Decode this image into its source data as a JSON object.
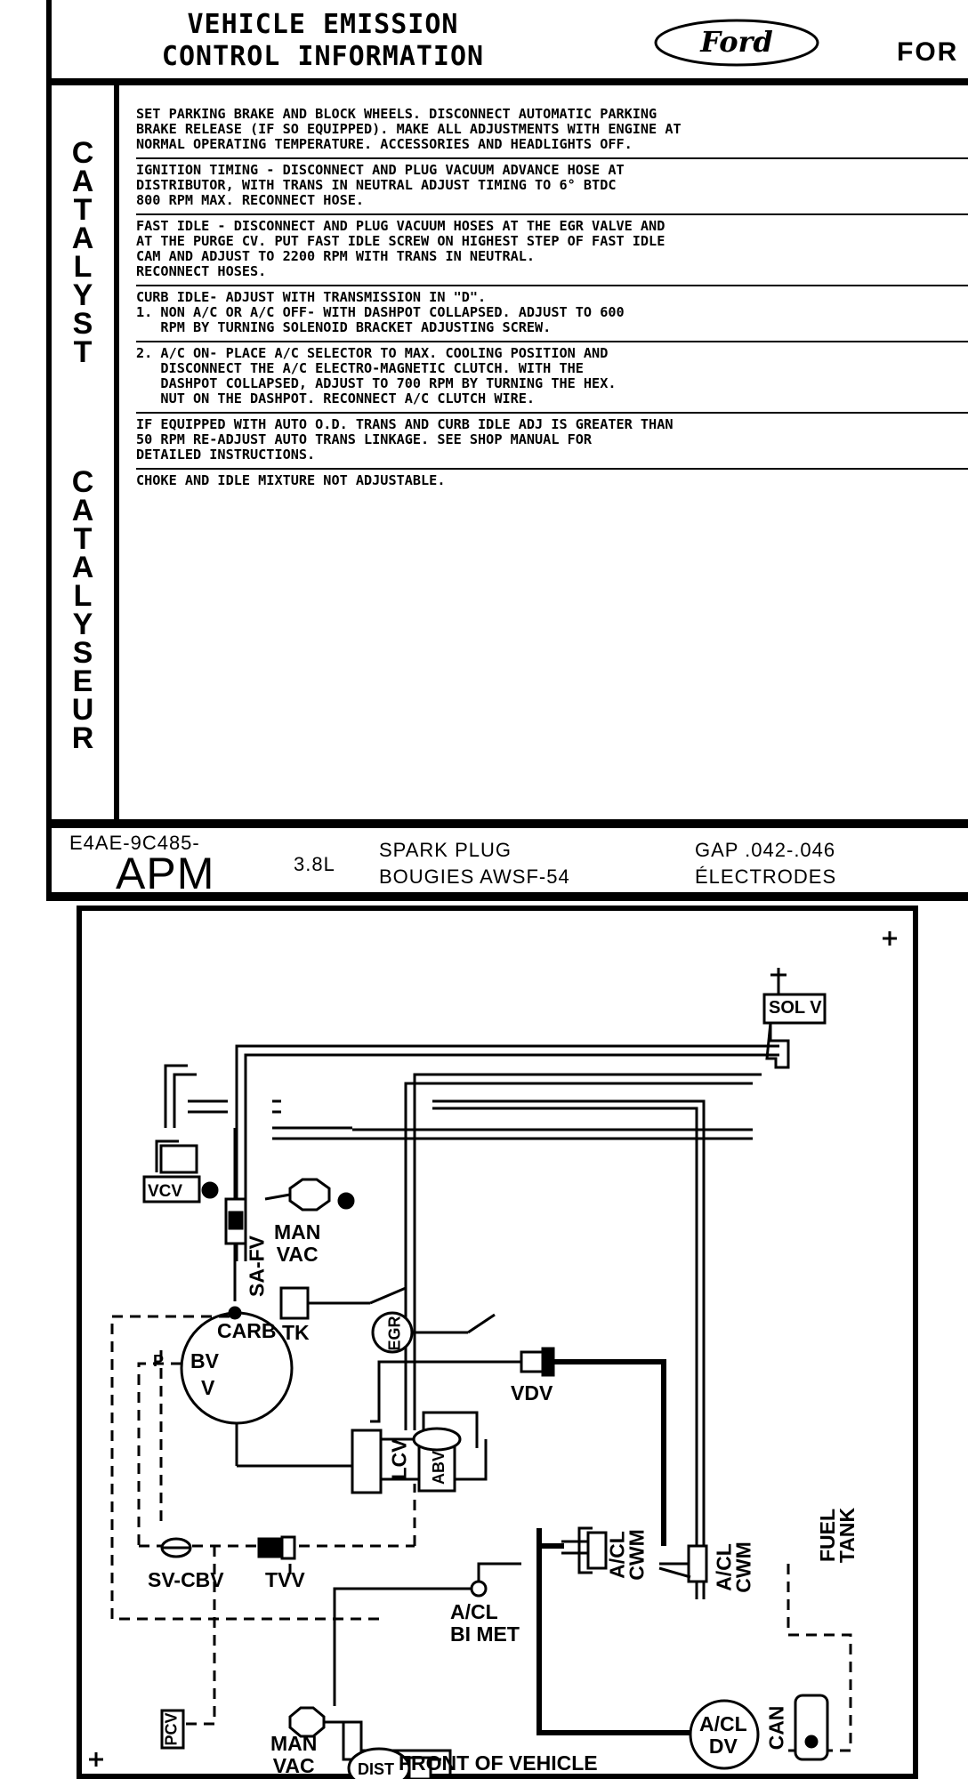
{
  "header": {
    "title_line_1": "VEHICLE EMISSION",
    "title_line_2": "CONTROL INFORMATION",
    "logo_text": "Ford",
    "right_label": "FOR"
  },
  "vertical_labels": {
    "english": "CATALYST",
    "french": "CATALYSEUR"
  },
  "instructions": [
    "SET PARKING BRAKE AND BLOCK WHEELS. DISCONNECT AUTOMATIC PARKING\nBRAKE RELEASE (IF SO EQUIPPED). MAKE ALL ADJUSTMENTS WITH ENGINE AT\nNORMAL OPERATING TEMPERATURE. ACCESSORIES AND HEADLIGHTS OFF.",
    "IGNITION TIMING - DISCONNECT AND PLUG VACUUM ADVANCE HOSE AT\nDISTRIBUTOR, WITH TRANS IN NEUTRAL ADJUST TIMING TO 6° BTDC\n800 RPM MAX. RECONNECT HOSE.",
    "FAST IDLE - DISCONNECT AND PLUG VACUUM HOSES AT THE EGR VALVE AND\nAT THE PURGE CV. PUT FAST IDLE SCREW ON HIGHEST STEP OF FAST IDLE\nCAM AND ADJUST TO 2200 RPM WITH TRANS IN NEUTRAL.\nRECONNECT HOSES.",
    "CURB IDLE- ADJUST WITH TRANSMISSION IN \"D\".\n1. NON A/C OR A/C OFF- WITH DASHPOT COLLAPSED. ADJUST TO 600\n   RPM BY TURNING SOLENOID BRACKET ADJUSTING SCREW.",
    "2. A/C ON- PLACE A/C SELECTOR TO MAX. COOLING POSITION AND\n   DISCONNECT THE A/C ELECTRO-MAGNETIC CLUTCH. WITH THE\n   DASHPOT COLLAPSED, ADJUST TO 700 RPM BY TURNING THE HEX.\n   NUT ON THE DASHPOT. RECONNECT A/C CLUTCH WIRE.",
    "IF EQUIPPED WITH AUTO O.D. TRANS AND CURB IDLE ADJ IS GREATER THAN\n50 RPM RE-ADJUST AUTO TRANS LINKAGE. SEE SHOP MANUAL FOR\nDETAILED INSTRUCTIONS.",
    "CHOKE AND IDLE MIXTURE NOT ADJUSTABLE."
  ],
  "part_row": {
    "part_number": "E4AE-9C485-",
    "part_code": "APM",
    "displacement": "3.8L",
    "spark_plug_en": "SPARK PLUG",
    "spark_plug_fr": "BOUGIES AWSF-54",
    "gap_en": "GAP .042-.046",
    "gap_fr": "ÉLECTRODES"
  },
  "diagram": {
    "labels": {
      "sol_v": "SOL V",
      "vcv": "VCV",
      "sa_fv": "SA-FV",
      "man_vac_top": "MAN\nVAC",
      "tk": "TK",
      "egr": "EGR",
      "carb": "CARB",
      "bv": "BV",
      "v": "V",
      "p": "P",
      "vdv": "VDV",
      "abv": "ABV",
      "lcv": "LCV",
      "acl_cwm_1": "A/CL\nCWM",
      "acl_cwm_2": "A/CL\nCWM",
      "fuel_tank": "FUEL\nTANK",
      "sv_cbv": "SV-CBV",
      "tvv": "TVV",
      "acl_bimet": "A/CL\nBI MET",
      "acl_dv": "A/CL\nDV",
      "pcv": "PCV",
      "man_vac_bottom": "MAN\nVAC",
      "dist": "DIST",
      "can": "CAN",
      "front": "FRONT OF VEHICLE"
    }
  }
}
